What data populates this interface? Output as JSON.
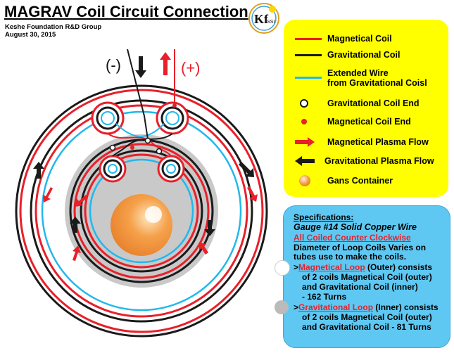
{
  "header": {
    "title": "MAGRAV Coil Circuit Connection",
    "org": "Keshe Foundation R&D Group",
    "date": "August 30, 2015",
    "logo_text": "Kf",
    "logo_sub": "SSI"
  },
  "diagram": {
    "neg_label": "(-)",
    "pos_label": "(+)",
    "colors": {
      "magnetical": "#e8202a",
      "gravitational": "#1a1a1a",
      "extended": "#22b8ec",
      "container_gray": "#c8c8c8",
      "gans": "#f5a04a"
    }
  },
  "legend": {
    "items": [
      {
        "label": "Magnetical Coil"
      },
      {
        "label": "Gravitational Coil"
      },
      {
        "label": "Extended Wire\nfrom Gravitational Coisl"
      },
      {
        "label": "Gravitational Coil End"
      },
      {
        "label": "Magnetical Coil End"
      },
      {
        "label": "Magnetical Plasma Flow"
      },
      {
        "label": "Gravitational Plasma Flow"
      },
      {
        "label": "Gans Container"
      }
    ]
  },
  "spec": {
    "heading": "Specifications:",
    "gauge": "Gauge #14 Solid Copper Wire",
    "coiled": "All Coiled Counter Clockwise",
    "diam1": "Diameter of Loop Coils Varies on",
    "diam2": "tubes use to make the coils.",
    "mag_prefix": ">",
    "mag_loop": "Magnetical Loop",
    "mag_rest": " (Outer) consists",
    "mag2": "of 2 coils Magnetical Coil (outer)",
    "mag3": "and Gravitational Coil (inner)",
    "mag4": "- 162 Turns",
    "grav_prefix": ">",
    "grav_loop": "Gravitational Loop",
    "grav_rest": " (Inner) consists",
    "grav2": "of 2 coils Magnetical Coil (outer)",
    "grav3": "and Gravitational Coil - 81 Turns"
  }
}
